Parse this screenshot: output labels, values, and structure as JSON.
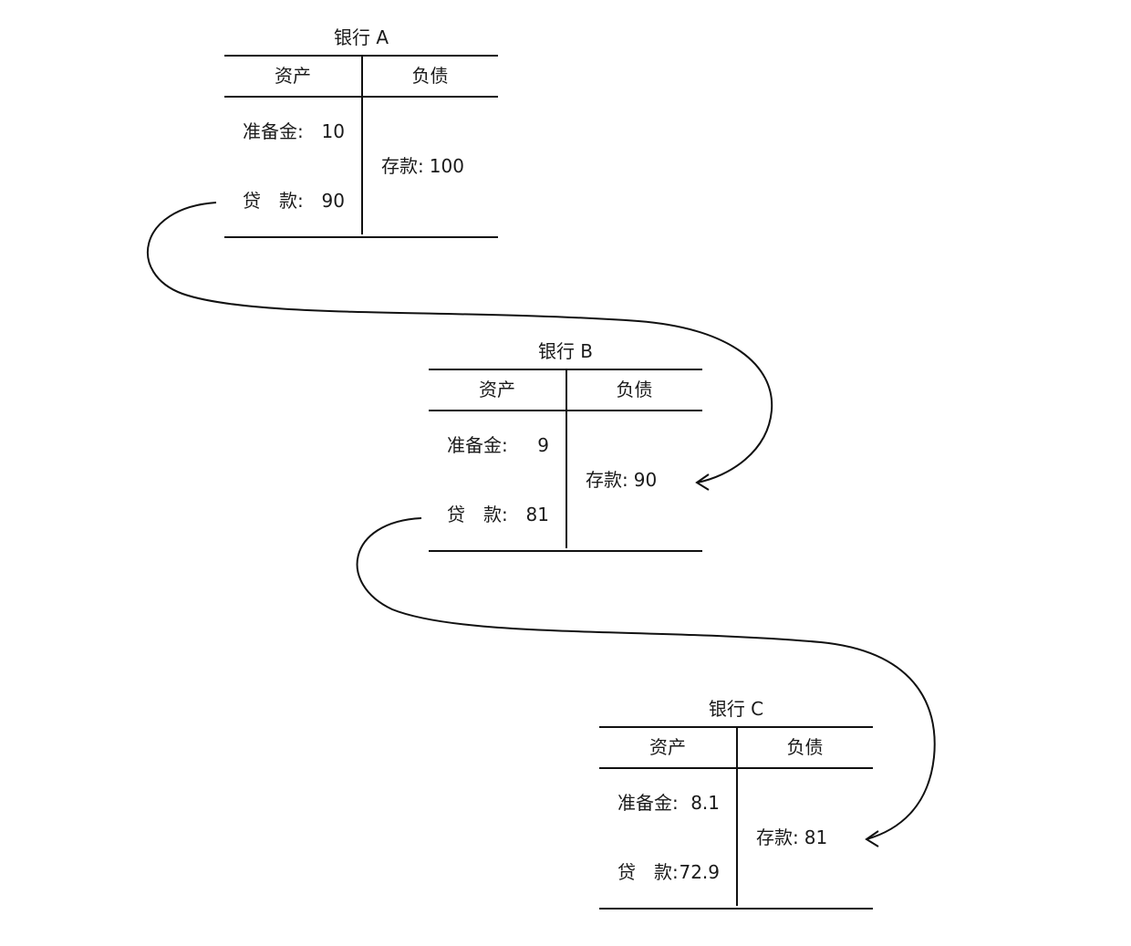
{
  "banks": [
    {
      "title": "银行 A",
      "assets_label": "资产",
      "liabilities_label": "负债",
      "reserves_label": "准备金:",
      "reserves_value": "10",
      "loans_label": "贷　款:",
      "loans_value": "90",
      "deposits_label": "存款:",
      "deposits_value": "100"
    },
    {
      "title": "银行 B",
      "assets_label": "资产",
      "liabilities_label": "负债",
      "reserves_label": "准备金:",
      "reserves_value": "9",
      "loans_label": "贷　款:",
      "loans_value": "81",
      "deposits_label": "存款:",
      "deposits_value": "90"
    },
    {
      "title": "银行 C",
      "assets_label": "资产",
      "liabilities_label": "负债",
      "reserves_label": "准备金:",
      "reserves_value": "8.1",
      "loans_label": "贷　款:",
      "loans_value": "72.9",
      "deposits_label": "存款:",
      "deposits_value": "81"
    }
  ],
  "colors": {
    "line": "#111111",
    "text": "#1a1a1a",
    "background": "#ffffff"
  }
}
